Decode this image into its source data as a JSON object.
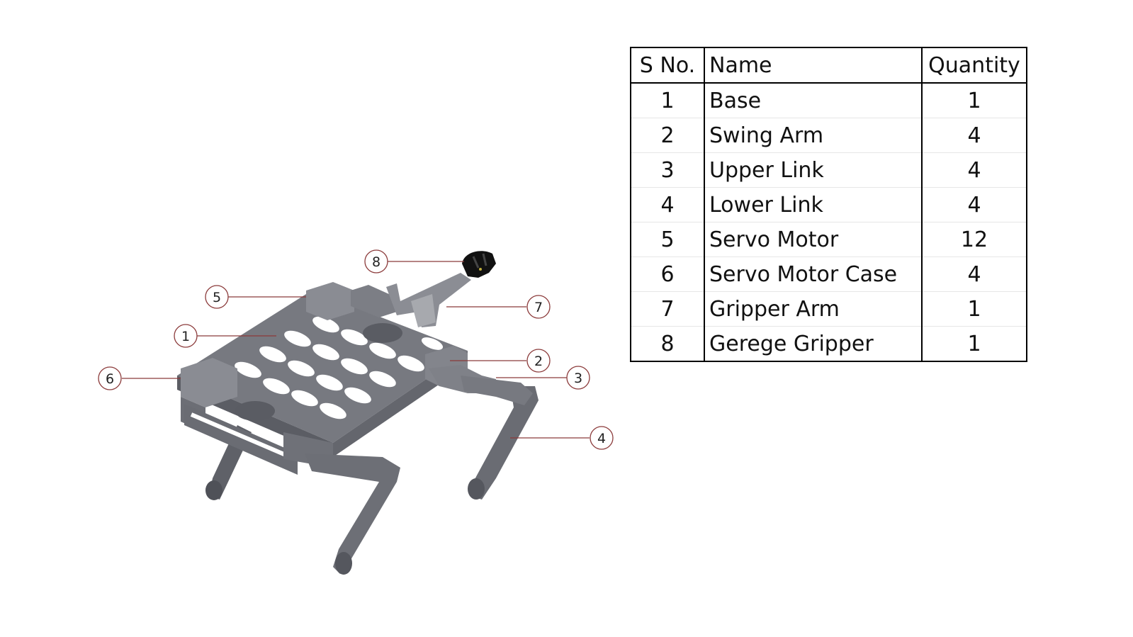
{
  "diagram": {
    "callouts": [
      {
        "id": "1",
        "label": "1"
      },
      {
        "id": "2",
        "label": "2"
      },
      {
        "id": "3",
        "label": "3"
      },
      {
        "id": "4",
        "label": "4"
      },
      {
        "id": "5",
        "label": "5"
      },
      {
        "id": "6",
        "label": "6"
      },
      {
        "id": "7",
        "label": "7"
      },
      {
        "id": "8",
        "label": "8"
      }
    ],
    "part_color": "#6e7077",
    "gripper_color": "#111111",
    "leader_color": "#8b3a3a"
  },
  "table": {
    "headers": {
      "sno": "S No.",
      "name": "Name",
      "quantity": "Quantity"
    },
    "rows": [
      {
        "sno": "1",
        "name": "Base",
        "quantity": "1"
      },
      {
        "sno": "2",
        "name": "Swing Arm",
        "quantity": "4"
      },
      {
        "sno": "3",
        "name": "Upper Link",
        "quantity": "4"
      },
      {
        "sno": "4",
        "name": "Lower Link",
        "quantity": "4"
      },
      {
        "sno": "5",
        "name": "Servo Motor",
        "quantity": "12"
      },
      {
        "sno": "6",
        "name": "Servo Motor Case",
        "quantity": "4"
      },
      {
        "sno": "7",
        "name": "Gripper Arm",
        "quantity": "1"
      },
      {
        "sno": "8",
        "name": "Gerege Gripper",
        "quantity": "1"
      }
    ]
  }
}
